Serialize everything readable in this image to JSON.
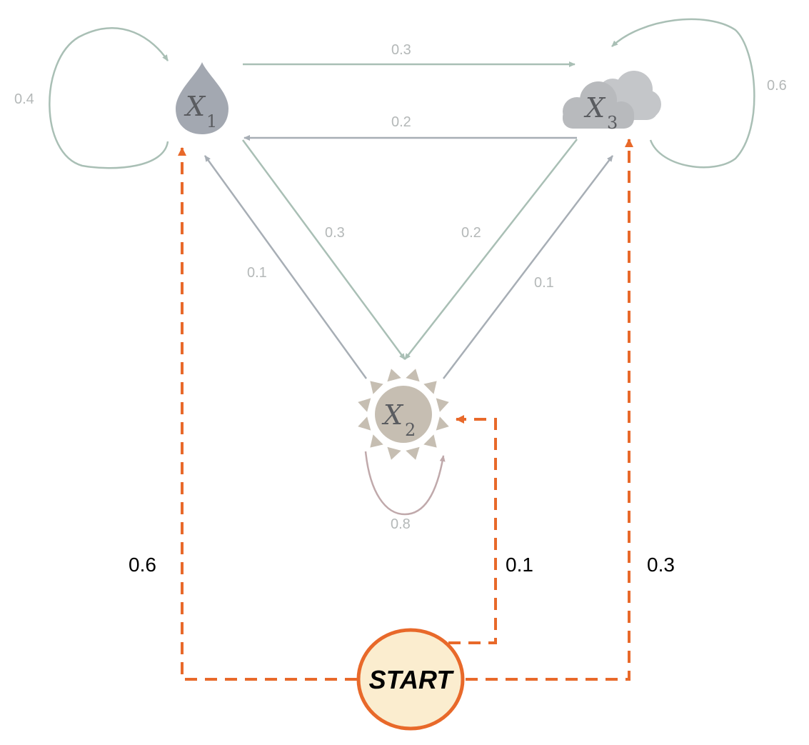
{
  "colors": {
    "transition_green": "#a9bfb5",
    "transition_gray": "#a7aeb5",
    "transition_mauve": "#c0a9ab",
    "label_gray": "#b4b8b8",
    "initial_orange": "#e8692a",
    "start_fill": "#fbedcf",
    "rain_drop": "#a3a8b1",
    "cloud_back": "#c4c6c9",
    "cloud_front": "#b8babd",
    "sun": "#c6beb2",
    "state_text": "#5a5c60"
  },
  "states": [
    {
      "id": "x1",
      "symbol": "X",
      "subscript": "1",
      "icon": "raindrop-icon"
    },
    {
      "id": "x2",
      "symbol": "X",
      "subscript": "2",
      "icon": "sun-icon"
    },
    {
      "id": "x3",
      "symbol": "X",
      "subscript": "3",
      "icon": "cloud-icon"
    }
  ],
  "start": {
    "label": "START"
  },
  "transitions": {
    "x1_x1": "0.4",
    "x1_x3": "0.3",
    "x3_x1": "0.2",
    "x3_x3": "0.6",
    "x1_x2": "0.3",
    "x2_x1": "0.1",
    "x3_x2": "0.2",
    "x2_x3": "0.1",
    "x2_x2": "0.8"
  },
  "initial": {
    "x1": "0.6",
    "x2": "0.1",
    "x3": "0.3"
  }
}
